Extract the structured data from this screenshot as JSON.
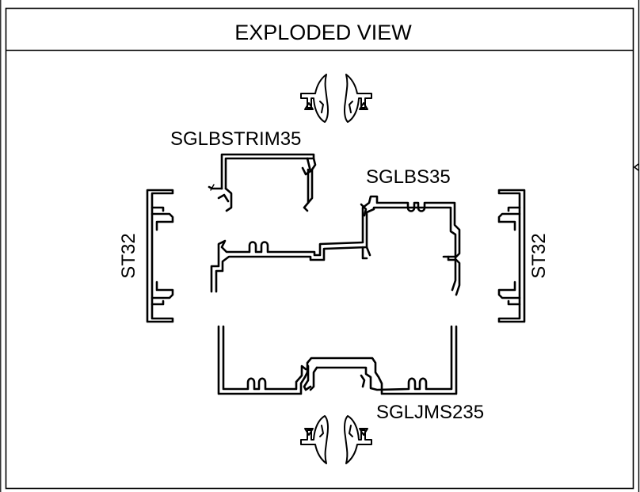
{
  "title": "EXPLODED VIEW",
  "labels": {
    "top_trim": "SGLBSTRIM35",
    "top_right": "SGLBS35",
    "left_side": "ST32",
    "right_side": "ST32",
    "bottom": "SGLJMS235"
  }
}
